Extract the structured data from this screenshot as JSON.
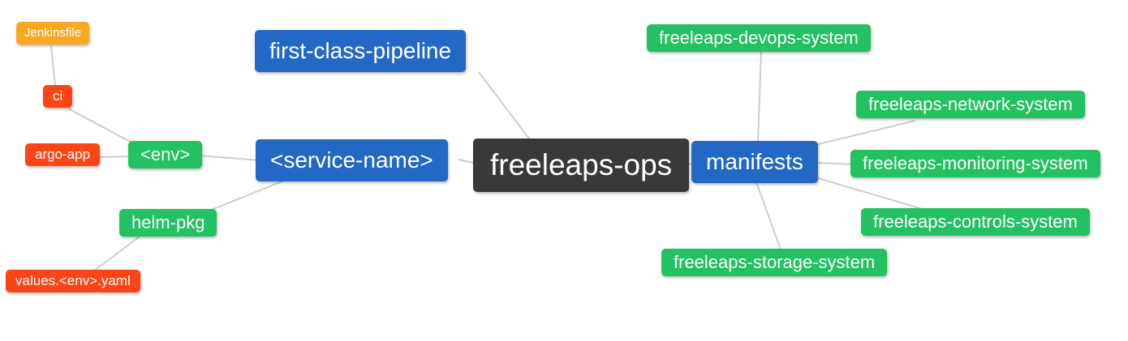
{
  "diagram": {
    "title": "freeleaps-ops mind map",
    "background_color": "#FFFFFF",
    "link_color": "#CCCCCC",
    "text_color": "#FFFFFF",
    "palette": {
      "root": "#3B3838",
      "level2": "#2368C4",
      "level3": "#23C161",
      "level4": "#FB4516",
      "level5": "#F9A825"
    },
    "nodes": {
      "root": {
        "label": "freeleaps-ops",
        "color": "#3B3838"
      },
      "first_class_pipeline": {
        "label": "first-class-pipeline",
        "color": "#2368C4"
      },
      "service_name": {
        "label": "<service-name>",
        "color": "#2368C4"
      },
      "manifests": {
        "label": "manifests",
        "color": "#2368C4"
      },
      "env": {
        "label": "<env>",
        "color": "#23C161"
      },
      "helm_pkg": {
        "label": "helm-pkg",
        "color": "#23C161"
      },
      "ci": {
        "label": "ci",
        "color": "#FB4516"
      },
      "argo_app": {
        "label": "argo-app",
        "color": "#FB4516"
      },
      "values_env_yaml": {
        "label": "values.<env>.yaml",
        "color": "#FB4516"
      },
      "jenkinsfile": {
        "label": "Jenkinsfile",
        "color": "#F9A825"
      },
      "devops_system": {
        "label": "freeleaps-devops-system",
        "color": "#23C161"
      },
      "network_system": {
        "label": "freeleaps-network-system",
        "color": "#23C161"
      },
      "monitoring_system": {
        "label": "freeleaps-monitoring-system",
        "color": "#23C161"
      },
      "controls_system": {
        "label": "freeleaps-controls-system",
        "color": "#23C161"
      },
      "storage_system": {
        "label": "freeleaps-storage-system",
        "color": "#23C161"
      }
    },
    "edges": [
      [
        "jenkinsfile",
        "ci"
      ],
      [
        "ci",
        "env"
      ],
      [
        "argo_app",
        "env"
      ],
      [
        "env",
        "service_name"
      ],
      [
        "service_name",
        "helm_pkg"
      ],
      [
        "helm_pkg",
        "values_env_yaml"
      ],
      [
        "service_name",
        "root"
      ],
      [
        "first_class_pipeline",
        "root"
      ],
      [
        "root",
        "manifests"
      ],
      [
        "manifests",
        "devops_system"
      ],
      [
        "manifests",
        "network_system"
      ],
      [
        "manifests",
        "monitoring_system"
      ],
      [
        "manifests",
        "controls_system"
      ],
      [
        "manifests",
        "storage_system"
      ]
    ]
  }
}
